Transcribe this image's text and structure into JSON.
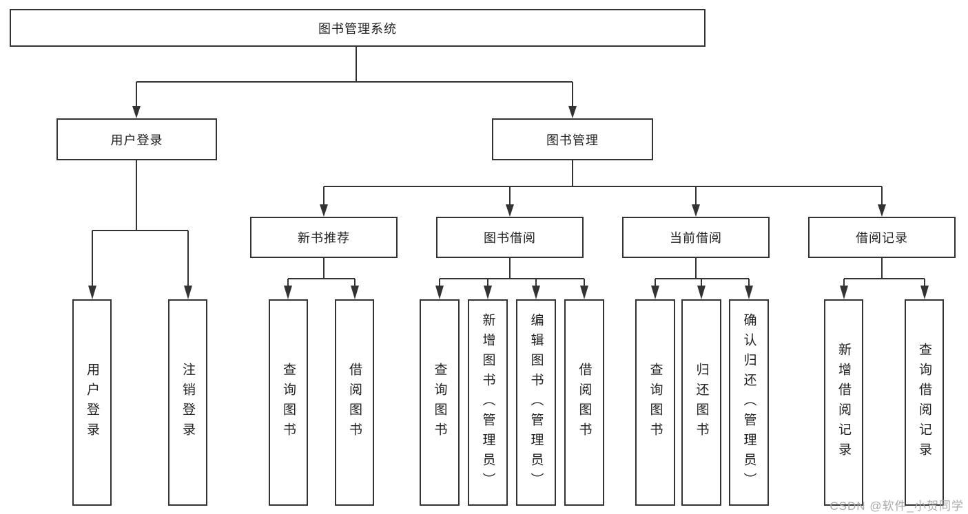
{
  "tree": {
    "root": "图书管理系统",
    "children": [
      {
        "label": "用户登录",
        "children": [
          {
            "label": "用户登录"
          },
          {
            "label": "注销登录"
          }
        ]
      },
      {
        "label": "图书管理",
        "children": [
          {
            "label": "新书推荐",
            "children": [
              {
                "label": "查询图书"
              },
              {
                "label": "借阅图书"
              }
            ]
          },
          {
            "label": "图书借阅",
            "children": [
              {
                "label": "查询图书"
              },
              {
                "label": "新增图书（管理员）"
              },
              {
                "label": "编辑图书（管理员）"
              },
              {
                "label": "借阅图书"
              }
            ]
          },
          {
            "label": "当前借阅",
            "children": [
              {
                "label": "查询图书"
              },
              {
                "label": "归还图书"
              },
              {
                "label": "确认归还（管理员）"
              }
            ]
          },
          {
            "label": "借阅记录",
            "children": [
              {
                "label": "新增借阅记录"
              },
              {
                "label": "查询借阅记录"
              }
            ]
          }
        ]
      }
    ]
  },
  "watermark": {
    "text": "CSDN @软件_小贺同学"
  },
  "colors": {
    "line": "#333333",
    "text": "#222222",
    "box_background": "#ffffff",
    "watermark": "#a9a9a9"
  }
}
